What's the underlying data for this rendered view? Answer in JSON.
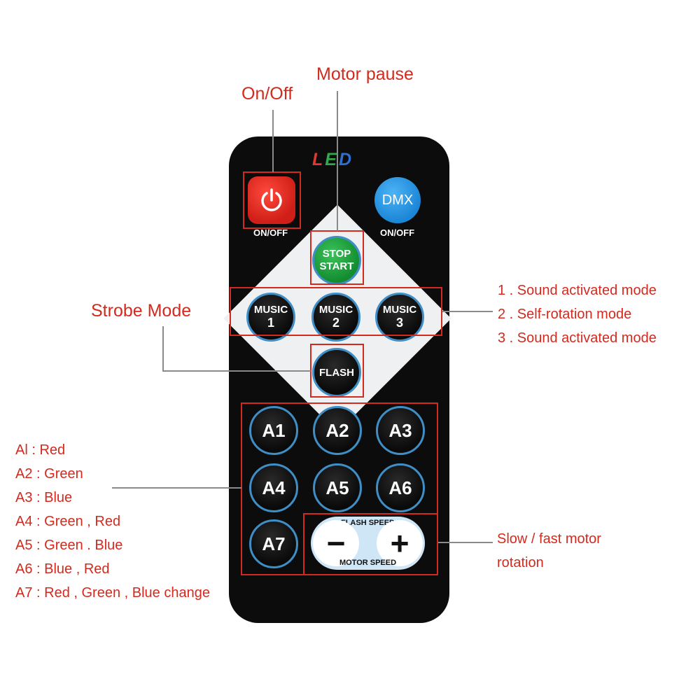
{
  "annotations": {
    "on_off": "On/Off",
    "motor_pause": "Motor pause",
    "strobe_mode": "Strobe Mode",
    "music_modes": [
      "1 . Sound activated mode",
      "2 . Self-rotation mode",
      "3 . Sound activated mode"
    ],
    "colors": [
      "Al : Red",
      "A2 : Green",
      "A3 : Blue",
      "A4 : Green , Red",
      "A5 : Green . Blue",
      "A6 : Blue , Red",
      "A7 : Red , Green , Blue change"
    ],
    "speed": [
      "Slow / fast motor",
      "rotation"
    ]
  },
  "remote": {
    "logo_letters": [
      "L",
      "E",
      "D"
    ],
    "logo_colors": [
      "#e03a2e",
      "#2fa84f",
      "#2e6fd1"
    ],
    "power_label": "ON/OFF",
    "dmx_button": "DMX",
    "dmx_label": "ON/OFF",
    "stop_start": [
      "STOP",
      "START"
    ],
    "music_buttons": [
      {
        "top": "MUSIC",
        "bottom": "1"
      },
      {
        "top": "MUSIC",
        "bottom": "2"
      },
      {
        "top": "MUSIC",
        "bottom": "3"
      }
    ],
    "flash_button": "FLASH",
    "color_buttons": [
      "A1",
      "A2",
      "A3",
      "A4",
      "A5",
      "A6",
      "A7"
    ],
    "flash_speed": "FLASH SPEED",
    "motor_speed": "MOTOR SPEED",
    "minus": "−",
    "plus": "+"
  },
  "colors": {
    "annotation": "#d42a1e",
    "power": "#e0261f",
    "dmx": "#2496e0",
    "stop_start": "#1a9e3a",
    "ring": "#3f8ec6"
  }
}
